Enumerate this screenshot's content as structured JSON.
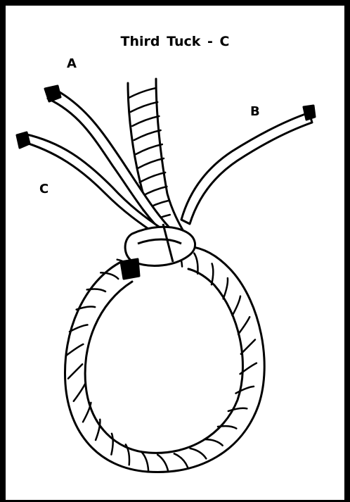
{
  "diagram": {
    "title": "Third Tuck - C",
    "strand_labels": {
      "a": "A",
      "b": "B",
      "c": "C"
    }
  },
  "colors": {
    "ink": "#000000",
    "paper": "#ffffff"
  }
}
